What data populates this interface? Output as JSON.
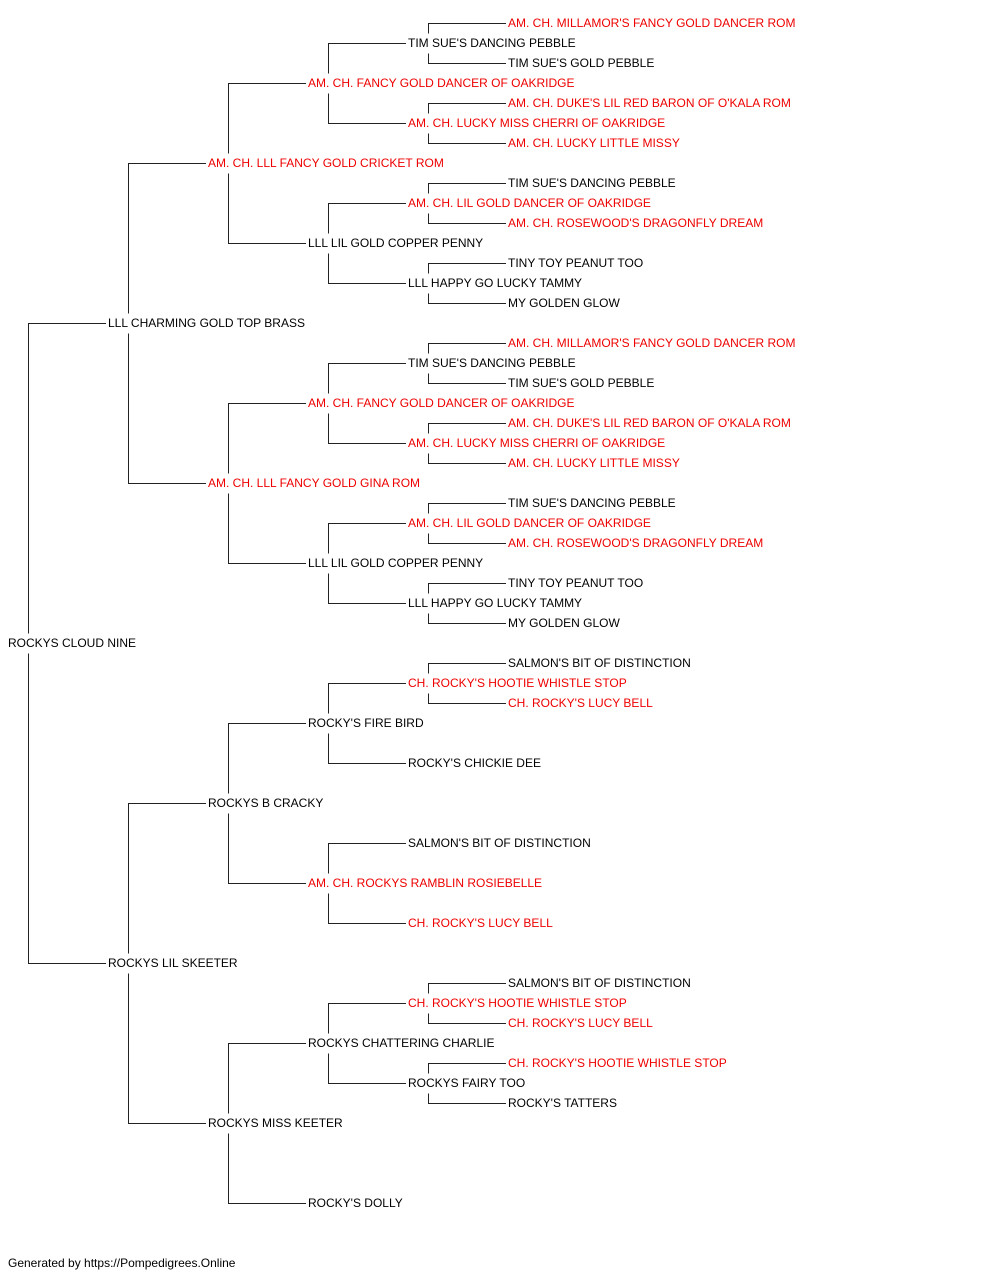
{
  "colors": {
    "champion": "#ee0000",
    "normal": "#000000",
    "line": "#222222"
  },
  "pedigree": [
    {
      "id": "r",
      "name": "ROCKYS CLOUD NINE",
      "champion": false,
      "gen": 0,
      "row": 31
    },
    {
      "id": "s",
      "parent": "r",
      "name": "LLL CHARMING GOLD TOP BRASS",
      "champion": false,
      "gen": 1,
      "row": 15
    },
    {
      "id": "d",
      "parent": "r",
      "name": "ROCKYS LIL SKEETER",
      "champion": false,
      "gen": 1,
      "row": 47
    },
    {
      "id": "ss",
      "parent": "s",
      "name": "AM. CH. LLL FANCY GOLD CRICKET ROM",
      "champion": true,
      "gen": 2,
      "row": 7
    },
    {
      "id": "sd",
      "parent": "s",
      "name": "AM. CH. LLL FANCY GOLD GINA ROM",
      "champion": true,
      "gen": 2,
      "row": 23
    },
    {
      "id": "ds",
      "parent": "d",
      "name": "ROCKYS B CRACKY",
      "champion": false,
      "gen": 2,
      "row": 39
    },
    {
      "id": "dd",
      "parent": "d",
      "name": "ROCKYS MISS KEETER",
      "champion": false,
      "gen": 2,
      "row": 55
    },
    {
      "id": "sss",
      "parent": "ss",
      "name": "AM. CH. FANCY GOLD DANCER OF OAKRIDGE",
      "champion": true,
      "gen": 3,
      "row": 3
    },
    {
      "id": "ssd",
      "parent": "ss",
      "name": "LLL LIL GOLD COPPER PENNY",
      "champion": false,
      "gen": 3,
      "row": 11
    },
    {
      "id": "sds",
      "parent": "sd",
      "name": "AM. CH. FANCY GOLD DANCER OF OAKRIDGE",
      "champion": true,
      "gen": 3,
      "row": 19
    },
    {
      "id": "sdd",
      "parent": "sd",
      "name": "LLL LIL GOLD COPPER PENNY",
      "champion": false,
      "gen": 3,
      "row": 27
    },
    {
      "id": "dss",
      "parent": "ds",
      "name": "ROCKY'S FIRE BIRD",
      "champion": false,
      "gen": 3,
      "row": 35
    },
    {
      "id": "dsd",
      "parent": "ds",
      "name": "AM. CH. ROCKYS RAMBLIN ROSIEBELLE",
      "champion": true,
      "gen": 3,
      "row": 43
    },
    {
      "id": "dds",
      "parent": "dd",
      "name": "ROCKYS CHATTERING CHARLIE",
      "champion": false,
      "gen": 3,
      "row": 51
    },
    {
      "id": "ddd",
      "parent": "dd",
      "name": "ROCKY'S DOLLY",
      "champion": false,
      "gen": 3,
      "row": 59
    },
    {
      "id": "ssss",
      "parent": "sss",
      "name": "TIM SUE'S DANCING PEBBLE",
      "champion": false,
      "gen": 4,
      "row": 1
    },
    {
      "id": "sssd",
      "parent": "sss",
      "name": "AM. CH. LUCKY MISS CHERRI OF OAKRIDGE",
      "champion": true,
      "gen": 4,
      "row": 5
    },
    {
      "id": "ssds",
      "parent": "ssd",
      "name": "AM. CH. LIL GOLD DANCER OF OAKRIDGE",
      "champion": true,
      "gen": 4,
      "row": 9
    },
    {
      "id": "ssdd",
      "parent": "ssd",
      "name": "LLL HAPPY GO LUCKY TAMMY",
      "champion": false,
      "gen": 4,
      "row": 13
    },
    {
      "id": "sdss",
      "parent": "sds",
      "name": "TIM SUE'S DANCING PEBBLE",
      "champion": false,
      "gen": 4,
      "row": 17
    },
    {
      "id": "sdsd",
      "parent": "sds",
      "name": "AM. CH. LUCKY MISS CHERRI OF OAKRIDGE",
      "champion": true,
      "gen": 4,
      "row": 21
    },
    {
      "id": "sdds",
      "parent": "sdd",
      "name": "AM. CH. LIL GOLD DANCER OF OAKRIDGE",
      "champion": true,
      "gen": 4,
      "row": 25
    },
    {
      "id": "sddd",
      "parent": "sdd",
      "name": "LLL HAPPY GO LUCKY TAMMY",
      "champion": false,
      "gen": 4,
      "row": 29
    },
    {
      "id": "dsss",
      "parent": "dss",
      "name": "CH. ROCKY'S HOOTIE WHISTLE STOP",
      "champion": true,
      "gen": 4,
      "row": 33
    },
    {
      "id": "dssd",
      "parent": "dss",
      "name": "ROCKY'S CHICKIE DEE",
      "champion": false,
      "gen": 4,
      "row": 37
    },
    {
      "id": "dsds",
      "parent": "dsd",
      "name": "SALMON'S BIT OF DISTINCTION",
      "champion": false,
      "gen": 4,
      "row": 41
    },
    {
      "id": "dsdd",
      "parent": "dsd",
      "name": "CH. ROCKY'S LUCY BELL",
      "champion": true,
      "gen": 4,
      "row": 45
    },
    {
      "id": "ddss",
      "parent": "dds",
      "name": "CH. ROCKY'S HOOTIE WHISTLE STOP",
      "champion": true,
      "gen": 4,
      "row": 49
    },
    {
      "id": "ddsd",
      "parent": "dds",
      "name": "ROCKYS FAIRY TOO",
      "champion": false,
      "gen": 4,
      "row": 53
    },
    {
      "parent": "ssss",
      "name": "AM. CH. MILLAMOR'S FANCY GOLD DANCER ROM",
      "champion": true,
      "gen": 5,
      "row": 0
    },
    {
      "parent": "ssss",
      "name": "TIM SUE'S GOLD PEBBLE",
      "champion": false,
      "gen": 5,
      "row": 2
    },
    {
      "parent": "sssd",
      "name": "AM. CH. DUKE'S LIL RED BARON OF O'KALA ROM",
      "champion": true,
      "gen": 5,
      "row": 4
    },
    {
      "parent": "sssd",
      "name": "AM. CH. LUCKY LITTLE MISSY",
      "champion": true,
      "gen": 5,
      "row": 6
    },
    {
      "parent": "ssds",
      "name": "TIM SUE'S DANCING PEBBLE",
      "champion": false,
      "gen": 5,
      "row": 8
    },
    {
      "parent": "ssds",
      "name": "AM. CH. ROSEWOOD'S DRAGONFLY DREAM",
      "champion": true,
      "gen": 5,
      "row": 10
    },
    {
      "parent": "ssdd",
      "name": "TINY TOY PEANUT TOO",
      "champion": false,
      "gen": 5,
      "row": 12
    },
    {
      "parent": "ssdd",
      "name": "MY GOLDEN GLOW",
      "champion": false,
      "gen": 5,
      "row": 14
    },
    {
      "parent": "sdss",
      "name": "AM. CH. MILLAMOR'S FANCY GOLD DANCER ROM",
      "champion": true,
      "gen": 5,
      "row": 16
    },
    {
      "parent": "sdss",
      "name": "TIM SUE'S GOLD PEBBLE",
      "champion": false,
      "gen": 5,
      "row": 18
    },
    {
      "parent": "sdsd",
      "name": "AM. CH. DUKE'S LIL RED BARON OF O'KALA ROM",
      "champion": true,
      "gen": 5,
      "row": 20
    },
    {
      "parent": "sdsd",
      "name": "AM. CH. LUCKY LITTLE MISSY",
      "champion": true,
      "gen": 5,
      "row": 22
    },
    {
      "parent": "sdds",
      "name": "TIM SUE'S DANCING PEBBLE",
      "champion": false,
      "gen": 5,
      "row": 24
    },
    {
      "parent": "sdds",
      "name": "AM. CH. ROSEWOOD'S DRAGONFLY DREAM",
      "champion": true,
      "gen": 5,
      "row": 26
    },
    {
      "parent": "sddd",
      "name": "TINY TOY PEANUT TOO",
      "champion": false,
      "gen": 5,
      "row": 28
    },
    {
      "parent": "sddd",
      "name": "MY GOLDEN GLOW",
      "champion": false,
      "gen": 5,
      "row": 30
    },
    {
      "parent": "dsss",
      "name": "SALMON'S BIT OF DISTINCTION",
      "champion": false,
      "gen": 5,
      "row": 32
    },
    {
      "parent": "dsss",
      "name": "CH. ROCKY'S LUCY BELL",
      "champion": true,
      "gen": 5,
      "row": 34
    },
    {
      "parent": "ddss",
      "name": "SALMON'S BIT OF DISTINCTION",
      "champion": false,
      "gen": 5,
      "row": 48
    },
    {
      "parent": "ddss",
      "name": "CH. ROCKY'S LUCY BELL",
      "champion": true,
      "gen": 5,
      "row": 50
    },
    {
      "parent": "ddsd",
      "name": "CH. ROCKY'S HOOTIE WHISTLE STOP",
      "champion": true,
      "gen": 5,
      "row": 52
    },
    {
      "parent": "ddsd",
      "name": "ROCKY'S TATTERS",
      "champion": false,
      "gen": 5,
      "row": 54
    }
  ],
  "footer": "Generated by https://Pompedigrees.Online"
}
